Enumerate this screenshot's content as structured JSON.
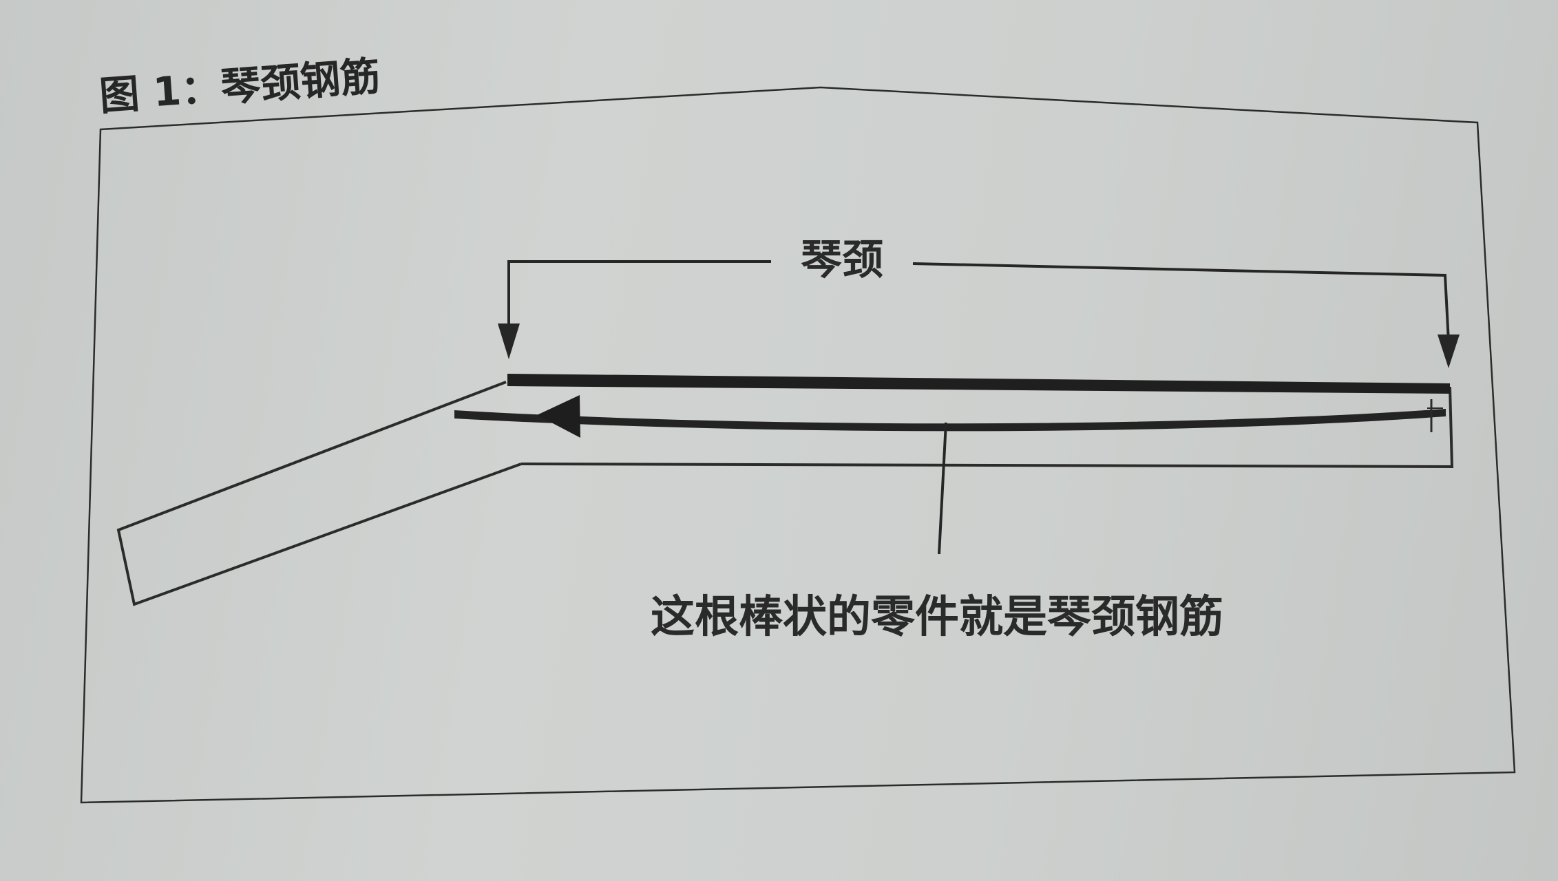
{
  "figure": {
    "title": "图 1：琴颈钢筋"
  },
  "labels": {
    "neck": "琴颈",
    "truss_rod": "这根棒状的零件就是琴颈钢筋"
  },
  "colors": {
    "paper": "#cdd0ce",
    "ink": "#262626"
  }
}
